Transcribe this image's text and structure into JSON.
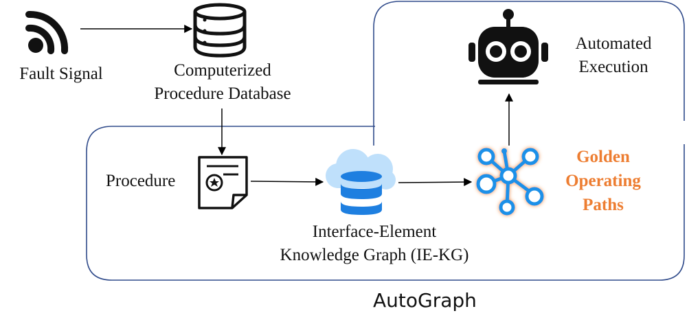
{
  "labels": {
    "fault_signal": "Fault Signal",
    "database_line1": "Computerized",
    "database_line2": "Procedure Database",
    "procedure": "Procedure",
    "iekg_line1": "Interface-Element",
    "iekg_line2": "Knowledge Graph (IE-KG)",
    "execution_line1": "Automated",
    "execution_line2": "Execution",
    "paths_line1": "Golden",
    "paths_line2": "Operating",
    "paths_line3": "Paths"
  },
  "title": "AutoGraph",
  "colors": {
    "frame": "#2F4A8A",
    "accent": "#ED7D31",
    "graph_node": "#1E90E8",
    "cloud": "#BFE0FB",
    "database_blue": "#1E7FE0"
  },
  "icons": [
    "wifi-signal-icon",
    "database-icon",
    "document-certificate-icon",
    "cloud-database-icon",
    "network-graph-icon",
    "robot-icon"
  ]
}
